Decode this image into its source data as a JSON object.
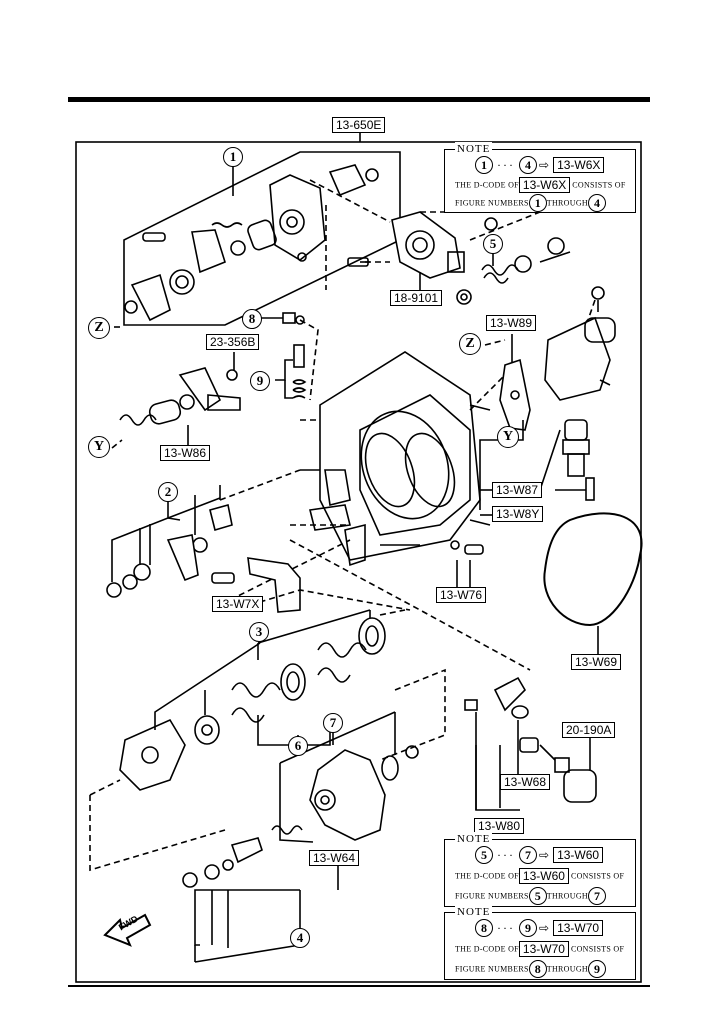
{
  "top_label": "13-650E",
  "part_labels": [
    {
      "id": "18-9101",
      "text": "18-9101"
    },
    {
      "id": "13-W89",
      "text": "13-W89"
    },
    {
      "id": "23-356B",
      "text": "23-356B"
    },
    {
      "id": "13-W86",
      "text": "13-W86"
    },
    {
      "id": "13-W87",
      "text": "13-W87"
    },
    {
      "id": "13-W8Y",
      "text": "13-W8Y"
    },
    {
      "id": "13-W7X",
      "text": "13-W7X"
    },
    {
      "id": "13-W76",
      "text": "13-W76"
    },
    {
      "id": "13-W69",
      "text": "13-W69"
    },
    {
      "id": "20-190A",
      "text": "20-190A"
    },
    {
      "id": "13-W68",
      "text": "13-W68"
    },
    {
      "id": "13-W80",
      "text": "13-W80"
    },
    {
      "id": "13-W64",
      "text": "13-W64"
    }
  ],
  "callouts": [
    {
      "id": "c1",
      "text": "1"
    },
    {
      "id": "c2",
      "text": "2"
    },
    {
      "id": "c3",
      "text": "3"
    },
    {
      "id": "c4",
      "text": "4"
    },
    {
      "id": "c5",
      "text": "5"
    },
    {
      "id": "c6",
      "text": "6"
    },
    {
      "id": "c7",
      "text": "7"
    },
    {
      "id": "c8",
      "text": "8"
    },
    {
      "id": "c9",
      "text": "9"
    },
    {
      "id": "z1",
      "text": "Z"
    },
    {
      "id": "z2",
      "text": "Z"
    },
    {
      "id": "y1",
      "text": "Y"
    },
    {
      "id": "y2",
      "text": "Y"
    }
  ],
  "notes": [
    {
      "title": "NOTE",
      "from": "1",
      "to": "4",
      "code": "13-W6X",
      "line2_prefix": "THE D-CODE OF",
      "line2_suffix": "CONSISTS OF",
      "line3_prefix": "FIGURE NUMBERS",
      "through": "THROUGH"
    },
    {
      "title": "NOTE",
      "from": "5",
      "to": "7",
      "code": "13-W60",
      "line2_prefix": "THE D-CODE OF",
      "line2_suffix": "CONSISTS OF",
      "line3_prefix": "FIGURE NUMBERS",
      "through": "THROUGH"
    },
    {
      "title": "NOTE",
      "from": "8",
      "to": "9",
      "code": "13-W70",
      "line2_prefix": "THE D-CODE OF",
      "line2_suffix": "CONSISTS OF",
      "line3_prefix": "FIGURE NUMBERS",
      "through": "THROUGH"
    }
  ],
  "fwd_label": "FWD"
}
